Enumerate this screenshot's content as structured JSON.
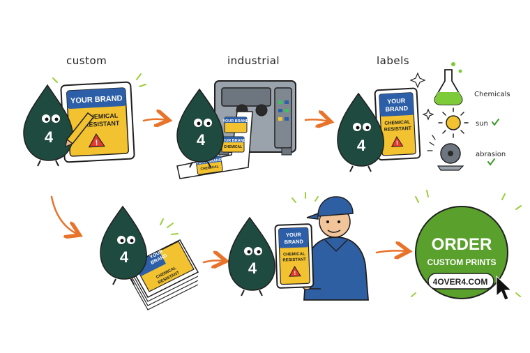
{
  "captions": {
    "custom": "custom",
    "industrial": "industrial",
    "labels": "labels"
  },
  "label": {
    "brand": "YOUR BRAND",
    "brand_line1": "YOUR",
    "brand_line2": "BRAND",
    "chem_line1": "CHEMICAL",
    "chem_line2": "RESISTANT",
    "warning_glyph": "!"
  },
  "mascot": {
    "number": "4"
  },
  "resistances": [
    {
      "name": "Chemicals",
      "icon": "flask-icon"
    },
    {
      "name": "sun",
      "icon": "sun-icon"
    },
    {
      "name": "abrasion",
      "icon": "grinder-icon"
    }
  ],
  "cta": {
    "line1": "ORDER",
    "line2": "CUSTOM PRINTS",
    "url": "4OVER4.COM"
  },
  "colors": {
    "mascot_green": "#1f4a3f",
    "label_blue": "#2d5fa8",
    "label_yellow": "#f2c230",
    "arrow_orange": "#e8732a",
    "cta_green": "#5aa02c",
    "worker_blue": "#2f5fa3"
  }
}
